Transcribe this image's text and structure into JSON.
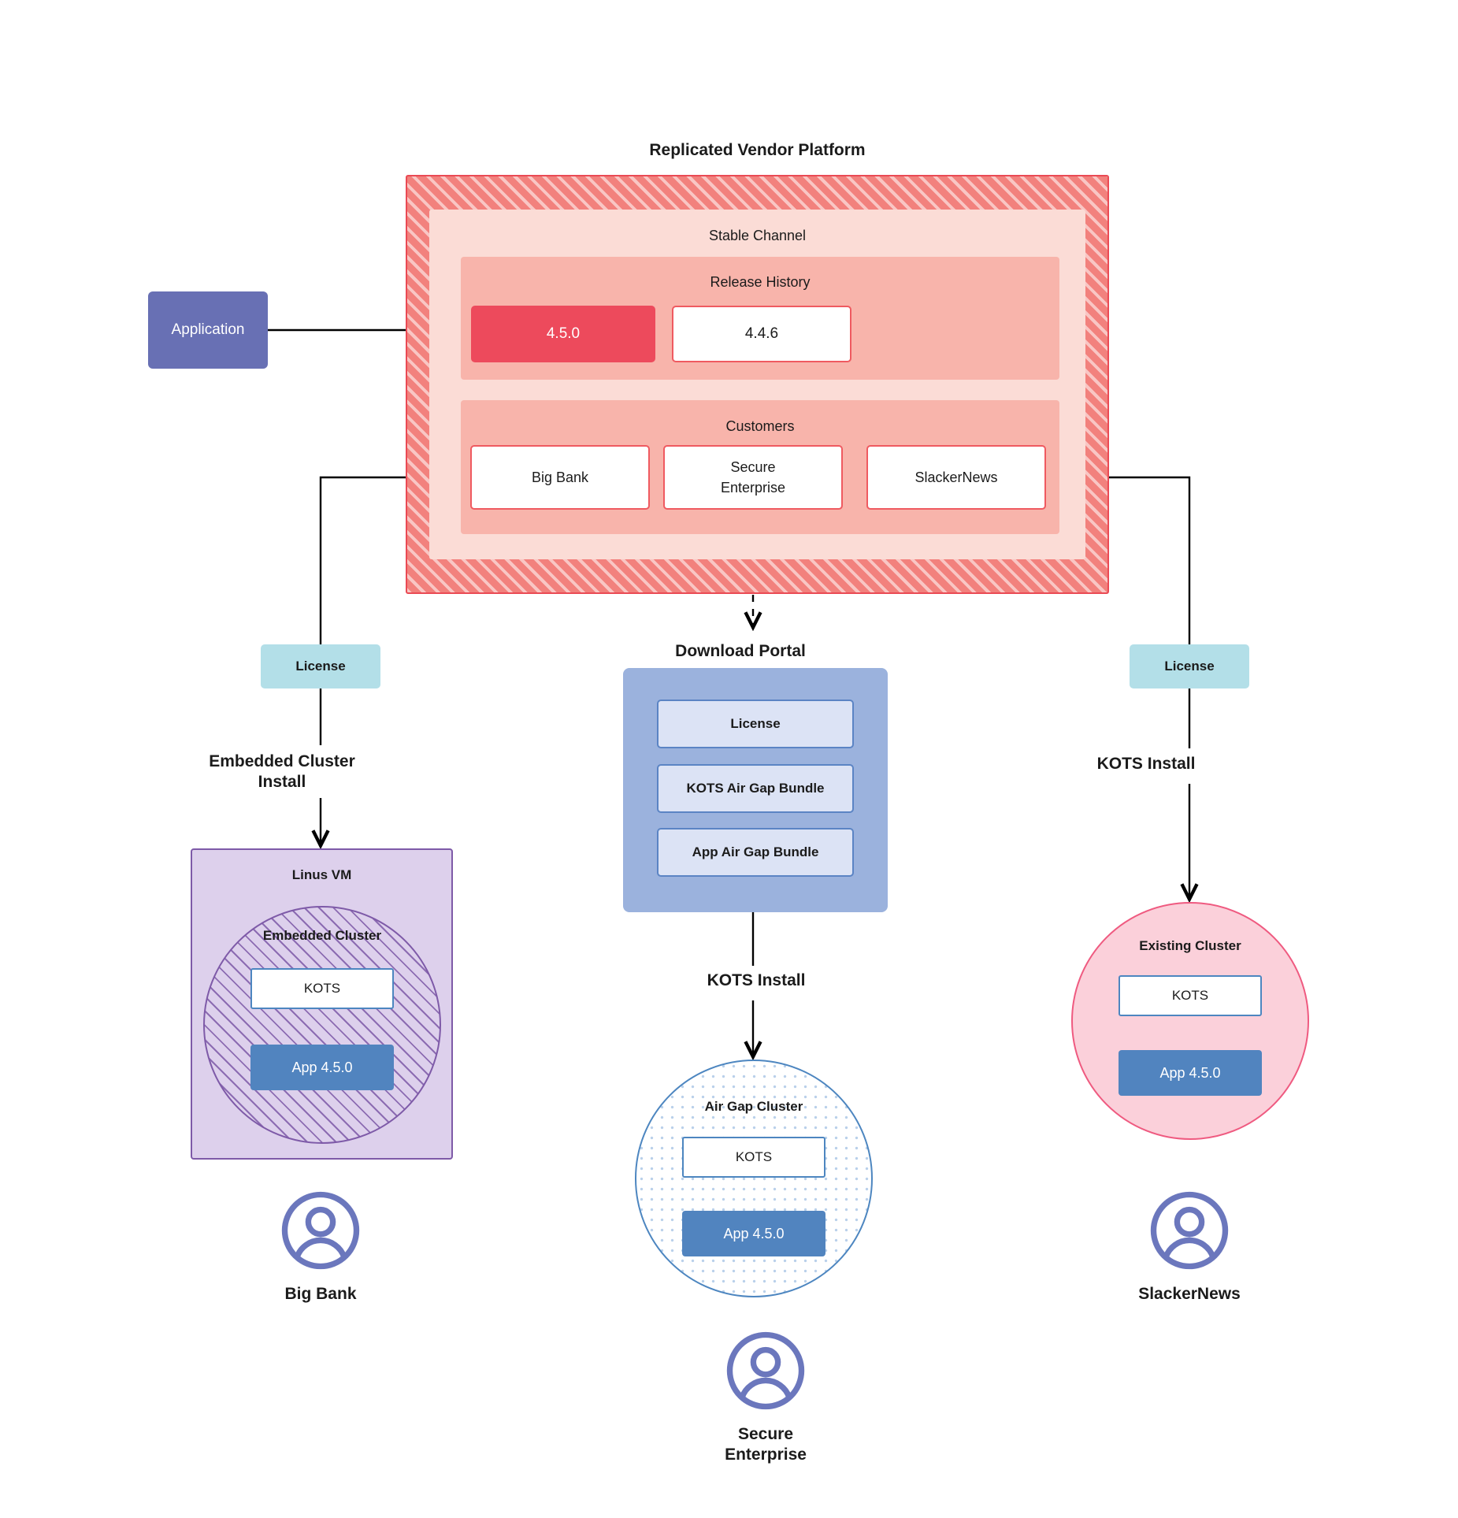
{
  "platform": {
    "title": "Replicated Vendor Platform",
    "channel_title": "Stable Channel",
    "release_history": {
      "title": "Release History",
      "releases": [
        {
          "version": "4.5.0",
          "state": "current"
        },
        {
          "version": "4.4.6",
          "state": "previous"
        }
      ]
    },
    "customers": {
      "title": "Customers",
      "items": [
        {
          "name": "Big Bank"
        },
        {
          "name": "Secure\nEnterprise"
        },
        {
          "name": "SlackerNews"
        }
      ]
    }
  },
  "application": {
    "label": "Application"
  },
  "licenses": {
    "left_label": "License",
    "right_label": "License"
  },
  "edges": {
    "embedded_cluster_install": "Embedded Cluster",
    "embedded_cluster_install_2": "Install",
    "kots_install_right": "KOTS Install",
    "kots_install_center": "KOTS Install"
  },
  "download_portal": {
    "title": "Download  Portal",
    "items": [
      {
        "label": "License"
      },
      {
        "label": "KOTS Air Gap Bundle"
      },
      {
        "label": "App Air Gap Bundle"
      }
    ]
  },
  "left_branch": {
    "vm_title": "Linus VM",
    "cluster_title": "Embedded Cluster",
    "kots_label": "KOTS",
    "app_label": "App 4.5.0"
  },
  "center_branch": {
    "cluster_title": "Air Gap Cluster",
    "kots_label": "KOTS",
    "app_label": "App 4.5.0"
  },
  "right_branch": {
    "cluster_title": "Existing Cluster",
    "kots_label": "KOTS",
    "app_label": "App 4.5.0"
  },
  "personas": [
    {
      "name": "Big Bank"
    },
    {
      "name": "Secure\nEnterprise"
    },
    {
      "name": "SlackerNews"
    }
  ],
  "colors": {
    "platform_fill": "#f2817d",
    "platform_border": "#ea4a54",
    "channel_fill": "#fbdcd6",
    "section_fill": "#f8b4ab",
    "release_current": "#ed4a5c",
    "customer_border": "#ef5a60",
    "application_fill": "#6870b4",
    "license_fill": "#b3dfe8",
    "portal_fill": "#9bb2dd",
    "portal_item_fill": "#dce3f5",
    "portal_item_border": "#5b84c4",
    "app_fill": "#5184bf",
    "kots_border": "#4d86c0",
    "vm_fill": "#ddd0ec",
    "vm_border": "#7e5aa8",
    "existing_fill": "#fbd0da",
    "existing_border": "#ef5a80",
    "persona": "#6b77bd"
  }
}
